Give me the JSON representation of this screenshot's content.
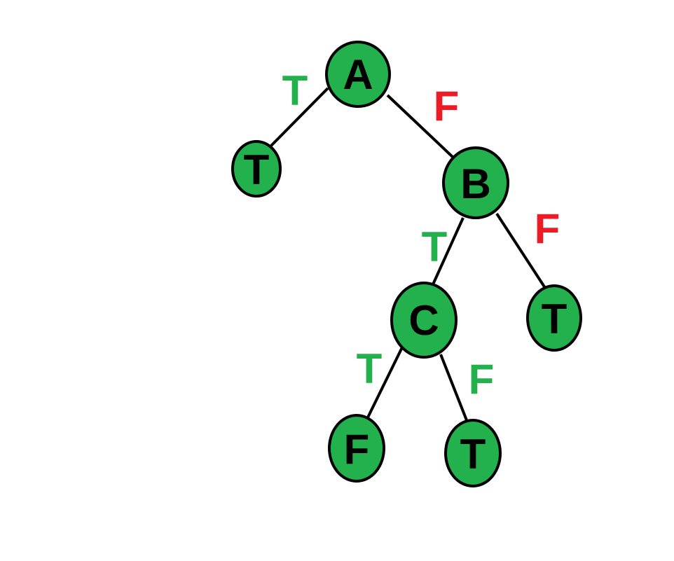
{
  "colors": {
    "node_fill": "#22b14c",
    "node_stroke": "#000000",
    "edge": "#000000",
    "true_label": "#22b14c",
    "false_label": "#ed1c24"
  },
  "nodes": {
    "a": "A",
    "t1": "T",
    "b": "B",
    "c": "C",
    "t2": "T",
    "f": "F",
    "t3": "T"
  },
  "edge_labels": {
    "a_t1": "T",
    "a_b": "F",
    "b_c": "T",
    "b_t2": "F",
    "c_f": "T",
    "c_t3": "F"
  }
}
